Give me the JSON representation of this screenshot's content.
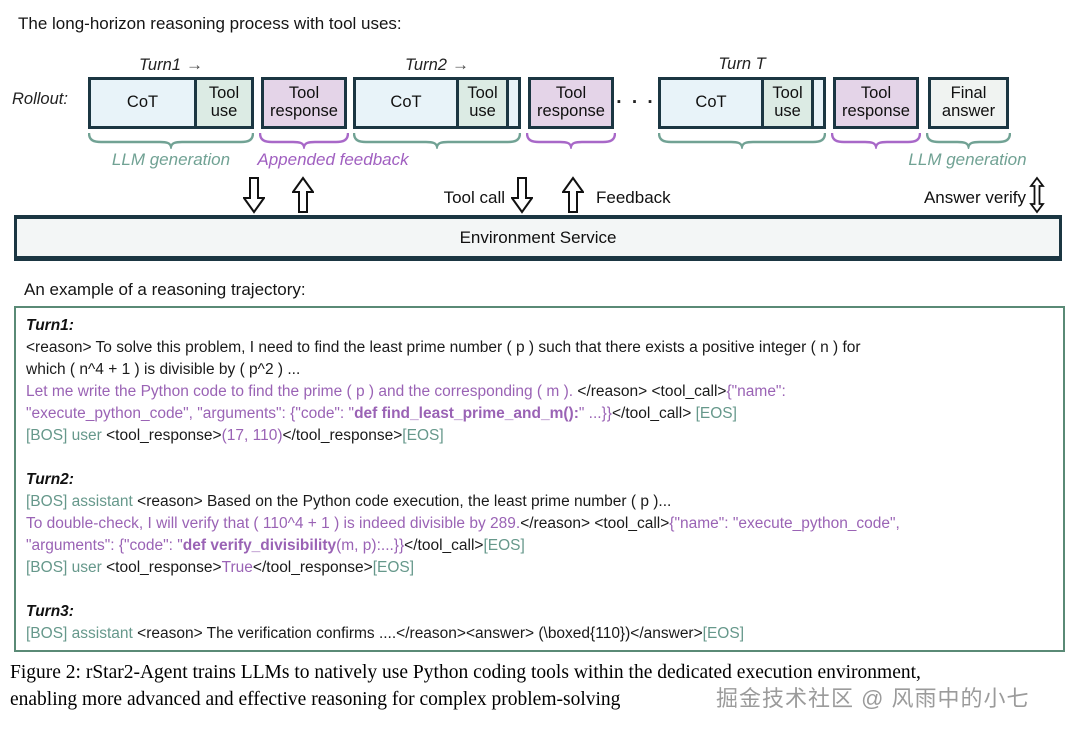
{
  "colors": {
    "box_border": "#1b3642",
    "cot_fill": "#e8f3f9",
    "tool_use_fill": "#dcebe4",
    "tool_response_fill": "#e4d4e8",
    "final_answer_fill": "#f0f3f1",
    "env_fill": "#f3f6f6",
    "teal": "#71a294",
    "purple": "#a868c8",
    "purple_text": "#a05fc0",
    "traj_border": "#5a8a76",
    "traj_teal": "#66988b",
    "traj_purple": "#9a63b5"
  },
  "icons": {
    "right_arrow": "→"
  },
  "titles": {
    "process": "The long-horizon reasoning process with tool uses:",
    "example": "An example of a reasoning trajectory:"
  },
  "rollout": {
    "label": "Rollout:",
    "turns": [
      {
        "label": "Turn1"
      },
      {
        "label": "Turn2"
      },
      {
        "label": "Turn T"
      }
    ],
    "box_labels": {
      "cot": "CoT",
      "tool_use": "Tool use",
      "tool_response": "Tool response",
      "final_answer": "Final answer"
    },
    "ellipsis": "· · ·",
    "brace_labels": {
      "llm_generation_left": "LLM generation",
      "appended_feedback": "Appended feedback",
      "llm_generation_right": "LLM generation"
    }
  },
  "flow": {
    "tool_call": "Tool call",
    "feedback": "Feedback",
    "answer_verify": "Answer verify"
  },
  "environment_bar": {
    "label": "Environment Service"
  },
  "trajectory": {
    "lines": [
      {
        "seg": [
          {
            "t": "Turn1:",
            "c": "k",
            "h": true
          }
        ]
      },
      {
        "seg": [
          {
            "t": "<reason> To solve this problem, I need to find the least prime number ( p ) such that there exists a positive integer ( n ) for",
            "c": "k"
          }
        ]
      },
      {
        "seg": [
          {
            "t": "which ( n^4 + 1 ) is divisible by ( p^2 ) ...",
            "c": "k"
          }
        ]
      },
      {
        "seg": [
          {
            "t": "Let me write the Python code to find the prime ( p ) and the corresponding ( m ). ",
            "c": "p"
          },
          {
            "t": "</reason> <tool_call>",
            "c": "k"
          },
          {
            "t": "{\"name\":",
            "c": "p"
          }
        ]
      },
      {
        "seg": [
          {
            "t": "\"execute_python_code\", \"arguments\": {\"code\": \"",
            "c": "p"
          },
          {
            "t": "def find_least_prime_and_m():",
            "c": "p",
            "b": true
          },
          {
            "t": "\" ...}}",
            "c": "p"
          },
          {
            "t": "</tool_call> ",
            "c": "k"
          },
          {
            "t": "[EOS]",
            "c": "t"
          }
        ]
      },
      {
        "seg": [
          {
            "t": "[BOS] user ",
            "c": "t"
          },
          {
            "t": "<tool_response>",
            "c": "k"
          },
          {
            "t": "(17, 110)",
            "c": "p"
          },
          {
            "t": "</tool_response>",
            "c": "k"
          },
          {
            "t": "[EOS]",
            "c": "t"
          }
        ]
      },
      {
        "blank": true
      },
      {
        "seg": [
          {
            "t": "Turn2:",
            "c": "k",
            "h": true
          }
        ]
      },
      {
        "seg": [
          {
            "t": "[BOS] assistant ",
            "c": "t"
          },
          {
            "t": "<reason> Based on the Python code execution, the least prime number ( p )...",
            "c": "k"
          }
        ]
      },
      {
        "seg": [
          {
            "t": "To double-check, I will verify that ( 110^4 + 1 ) is indeed divisible by 289.",
            "c": "p"
          },
          {
            "t": "</reason> <tool_call>",
            "c": "k"
          },
          {
            "t": "{\"name\": \"execute_python_code\",",
            "c": "p"
          }
        ]
      },
      {
        "seg": [
          {
            "t": "\"arguments\": {\"code\": \"",
            "c": "p"
          },
          {
            "t": "def verify_divisibility",
            "c": "p",
            "b": true
          },
          {
            "t": "(m, p):...}}",
            "c": "p"
          },
          {
            "t": "</tool_call>",
            "c": "k"
          },
          {
            "t": "[EOS]",
            "c": "t"
          }
        ]
      },
      {
        "seg": [
          {
            "t": "[BOS] user ",
            "c": "t"
          },
          {
            "t": "<tool_response>",
            "c": "k"
          },
          {
            "t": "True",
            "c": "p"
          },
          {
            "t": "</tool_response>",
            "c": "k"
          },
          {
            "t": "[EOS]",
            "c": "t"
          }
        ]
      },
      {
        "blank": true
      },
      {
        "seg": [
          {
            "t": "Turn3:",
            "c": "k",
            "h": true
          }
        ]
      },
      {
        "seg": [
          {
            "t": "[BOS] assistant ",
            "c": "t"
          },
          {
            "t": "<reason> The verification confirms ....</reason><answer> (\\boxed{110})</answer>",
            "c": "k"
          },
          {
            "t": "[EOS]",
            "c": "t"
          }
        ]
      }
    ]
  },
  "caption": {
    "line1": "Figure 2: rStar2-Agent trains LLMs to natively use Python coding tools within the dedicated execution environment,",
    "line2": "enabling more advanced and effective reasoning for complex problem-solving",
    "watermark": "掘金技术社区 @ 风雨中的小七"
  }
}
